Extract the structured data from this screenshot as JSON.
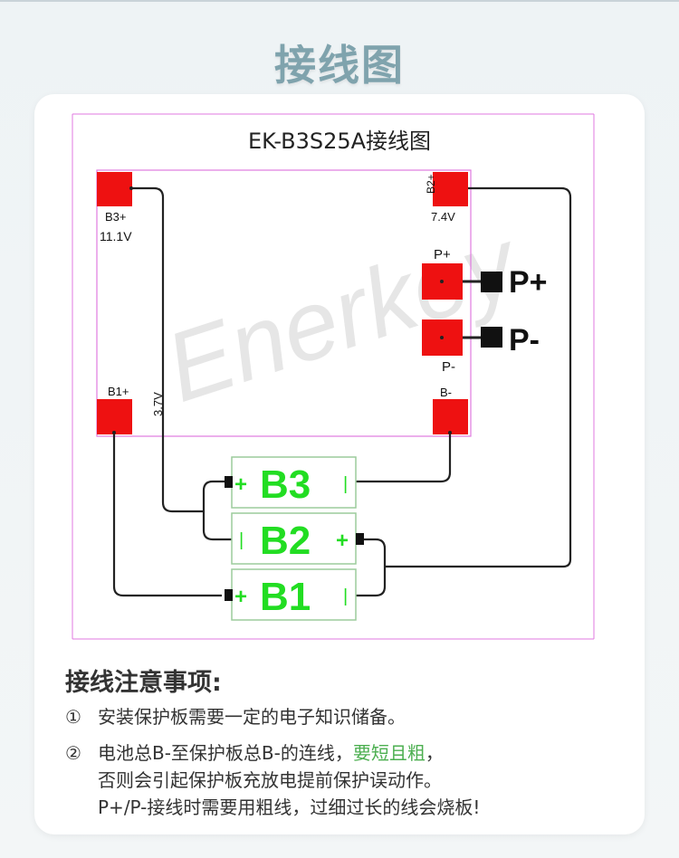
{
  "page": {
    "title": "接线图"
  },
  "diagram": {
    "title": "EK-B3S25A接线图",
    "watermark": "Enerkey",
    "pads": {
      "b3p": {
        "label": "B3+",
        "voltage": "11.1V"
      },
      "b2p": {
        "label": "B2+",
        "voltage": "7.4V"
      },
      "pp": {
        "label": "P+"
      },
      "pm": {
        "label": "P-"
      },
      "b1p": {
        "label": "B1+",
        "voltage": "3.7V"
      },
      "bm": {
        "label": "B-"
      }
    },
    "outputs": {
      "p_plus": "P+",
      "p_minus": "P-"
    },
    "cells": [
      {
        "name": "B3",
        "left_term": "+",
        "right_term": "|"
      },
      {
        "name": "B2",
        "left_term": "|",
        "right_term": "+"
      },
      {
        "name": "B1",
        "left_term": "+",
        "right_term": "|"
      }
    ],
    "colors": {
      "pad": "#ee1111",
      "cell_text": "#22dd22",
      "cell_border": "#9ccc9c",
      "board_outline": "#e07ae0",
      "wire": "#222222"
    }
  },
  "notes": {
    "title": "接线注意事项:",
    "item1_num": "①",
    "item1": "安装保护板需要一定的电子知识储备。",
    "item2_num": "②",
    "item2_a": "电池总B-至保护板总B-的连线，",
    "item2_highlight": "要短且粗",
    "item2_b": "，",
    "item2_line2": "否则会引起保护板充放电提前保护误动作。",
    "item2_line3": "P+/P-接线时需要用粗线，过细过长的线会烧板!"
  }
}
